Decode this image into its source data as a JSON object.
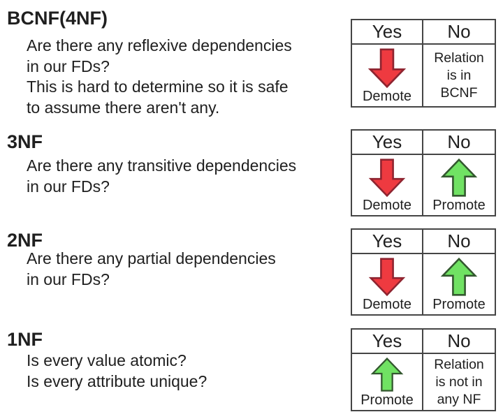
{
  "colors": {
    "page_bg": "#ffffff",
    "text": "#1f1f1f",
    "table_border": "#454545",
    "red_arrow_fill": "#ee3a40",
    "red_arrow_stroke": "#8e2430",
    "green_arrow_fill": "#70e263",
    "green_arrow_stroke": "#33582f"
  },
  "sections": [
    {
      "heading": "BCNF(4NF)",
      "lines": [
        "Are there any reflexive dependencies",
        "in our FDs?",
        "This is hard to determine so it is safe",
        "to assume there aren't any."
      ],
      "table": {
        "col_yes": "Yes",
        "col_no": "No",
        "yes_cell": {
          "icon": "red-down-arrow",
          "label": "Demote"
        },
        "no_cell": {
          "lines": [
            "Relation",
            "is in",
            "BCNF"
          ]
        }
      }
    },
    {
      "heading": "3NF",
      "lines": [
        "Are there any transitive dependencies",
        "in our FDs?"
      ],
      "table": {
        "col_yes": "Yes",
        "col_no": "No",
        "yes_cell": {
          "icon": "red-down-arrow",
          "label": "Demote"
        },
        "no_cell": {
          "icon": "green-up-arrow",
          "label": "Promote"
        }
      }
    },
    {
      "heading": "2NF",
      "lines": [
        "Are there any partial dependencies",
        "in our FDs?"
      ],
      "table": {
        "col_yes": "Yes",
        "col_no": "No",
        "yes_cell": {
          "icon": "red-down-arrow",
          "label": "Demote"
        },
        "no_cell": {
          "icon": "green-up-arrow",
          "label": "Promote"
        }
      }
    },
    {
      "heading": "1NF",
      "lines": [
        "Is every value atomic?",
        "Is every attribute unique?"
      ],
      "table": {
        "col_yes": "Yes",
        "col_no": "No",
        "yes_cell": {
          "icon": "green-up-arrow",
          "label": "Promote"
        },
        "no_cell": {
          "lines": [
            "Relation",
            "is not in",
            "any NF"
          ]
        }
      }
    }
  ]
}
